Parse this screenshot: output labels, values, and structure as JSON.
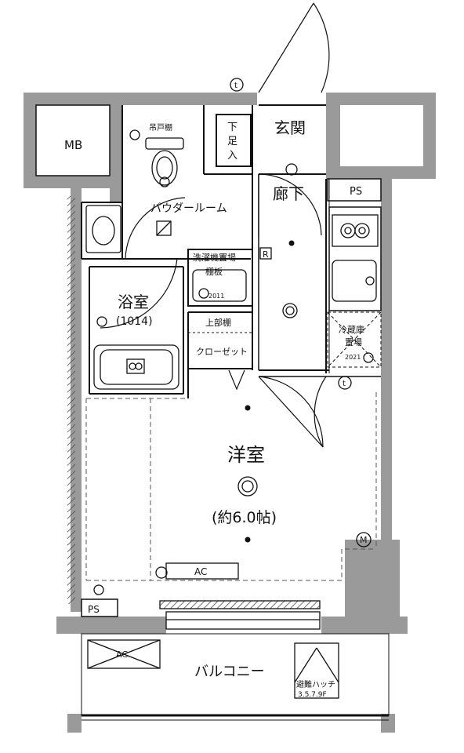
{
  "labels": {
    "mb": "MB",
    "entrance": "玄関",
    "shoe_storage": [
      "下",
      "足",
      "入"
    ],
    "toilet_shelf": "吊戸棚",
    "powder_room": "パウダールーム",
    "hallway": "廊下",
    "ps_top": "PS",
    "ps_bottom": "PS",
    "r_mark": "R",
    "washer_line1": "洗濯機置場",
    "washer_line2": "棚板",
    "washer_line3": "2011",
    "bath": "浴室",
    "bath_size": "(1014)",
    "upper_shelf": "上部棚",
    "closet": "クローゼット",
    "fridge_line1": "冷蔵庫",
    "fridge_line2": "置場",
    "fridge_line3": "2021",
    "western_room": "洋室",
    "room_size": "(約6.0帖)",
    "ac_indoor": "AC",
    "ac_outdoor": "AC",
    "balcony": "バルコニー",
    "hatch_line1": "避難ハッチ",
    "hatch_line2": "3.5.7.9F",
    "mark_t": "t",
    "mark_m": "M"
  },
  "colors": {
    "wall": "#9a9a9a",
    "wall_dark": "#7d7d7d",
    "line": "#111111",
    "dashed": "#555555"
  }
}
